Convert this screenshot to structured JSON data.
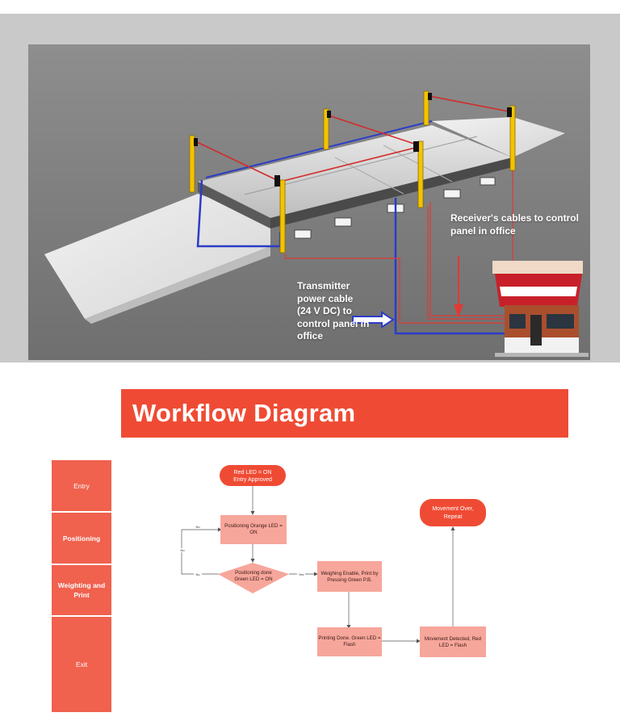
{
  "illustration": {
    "receiver_callout": [
      "Receiver's cables to control",
      "panel in office"
    ],
    "transmitter_callout": [
      "Transmitter",
      "power cable",
      "(24 V DC) to",
      "control panel in",
      "office"
    ]
  },
  "banner": {
    "title": "Workflow Diagram"
  },
  "swimlanes": [
    "Entry",
    "Positioning",
    "Weighting and Print",
    "Exit"
  ],
  "flowchart": {
    "nodes": {
      "start": [
        "Red LED = ON",
        "Entry Approved"
      ],
      "positioning": [
        "Positioning Orange LED =",
        "ON"
      ],
      "decision": [
        "Positioning done",
        "Green LED = ON"
      ],
      "weighing": [
        "Weighing Enable, Print by",
        "Pressing Green P.B."
      ],
      "printing": [
        "Printing Done. Green LED =",
        "Flash"
      ],
      "movement_detected": [
        "Movement Detected, Red",
        "LED = Flash"
      ],
      "end": [
        "Movement Over,",
        "Repeat"
      ]
    },
    "edges": {
      "no1": "No",
      "no2": "No",
      "yes": "Yes",
      "no_side": "No"
    }
  },
  "colors": {
    "banner": "#ef4b34",
    "lane": "#f0614e",
    "terminal": "#ef4b34",
    "process": "#f7a69b"
  }
}
